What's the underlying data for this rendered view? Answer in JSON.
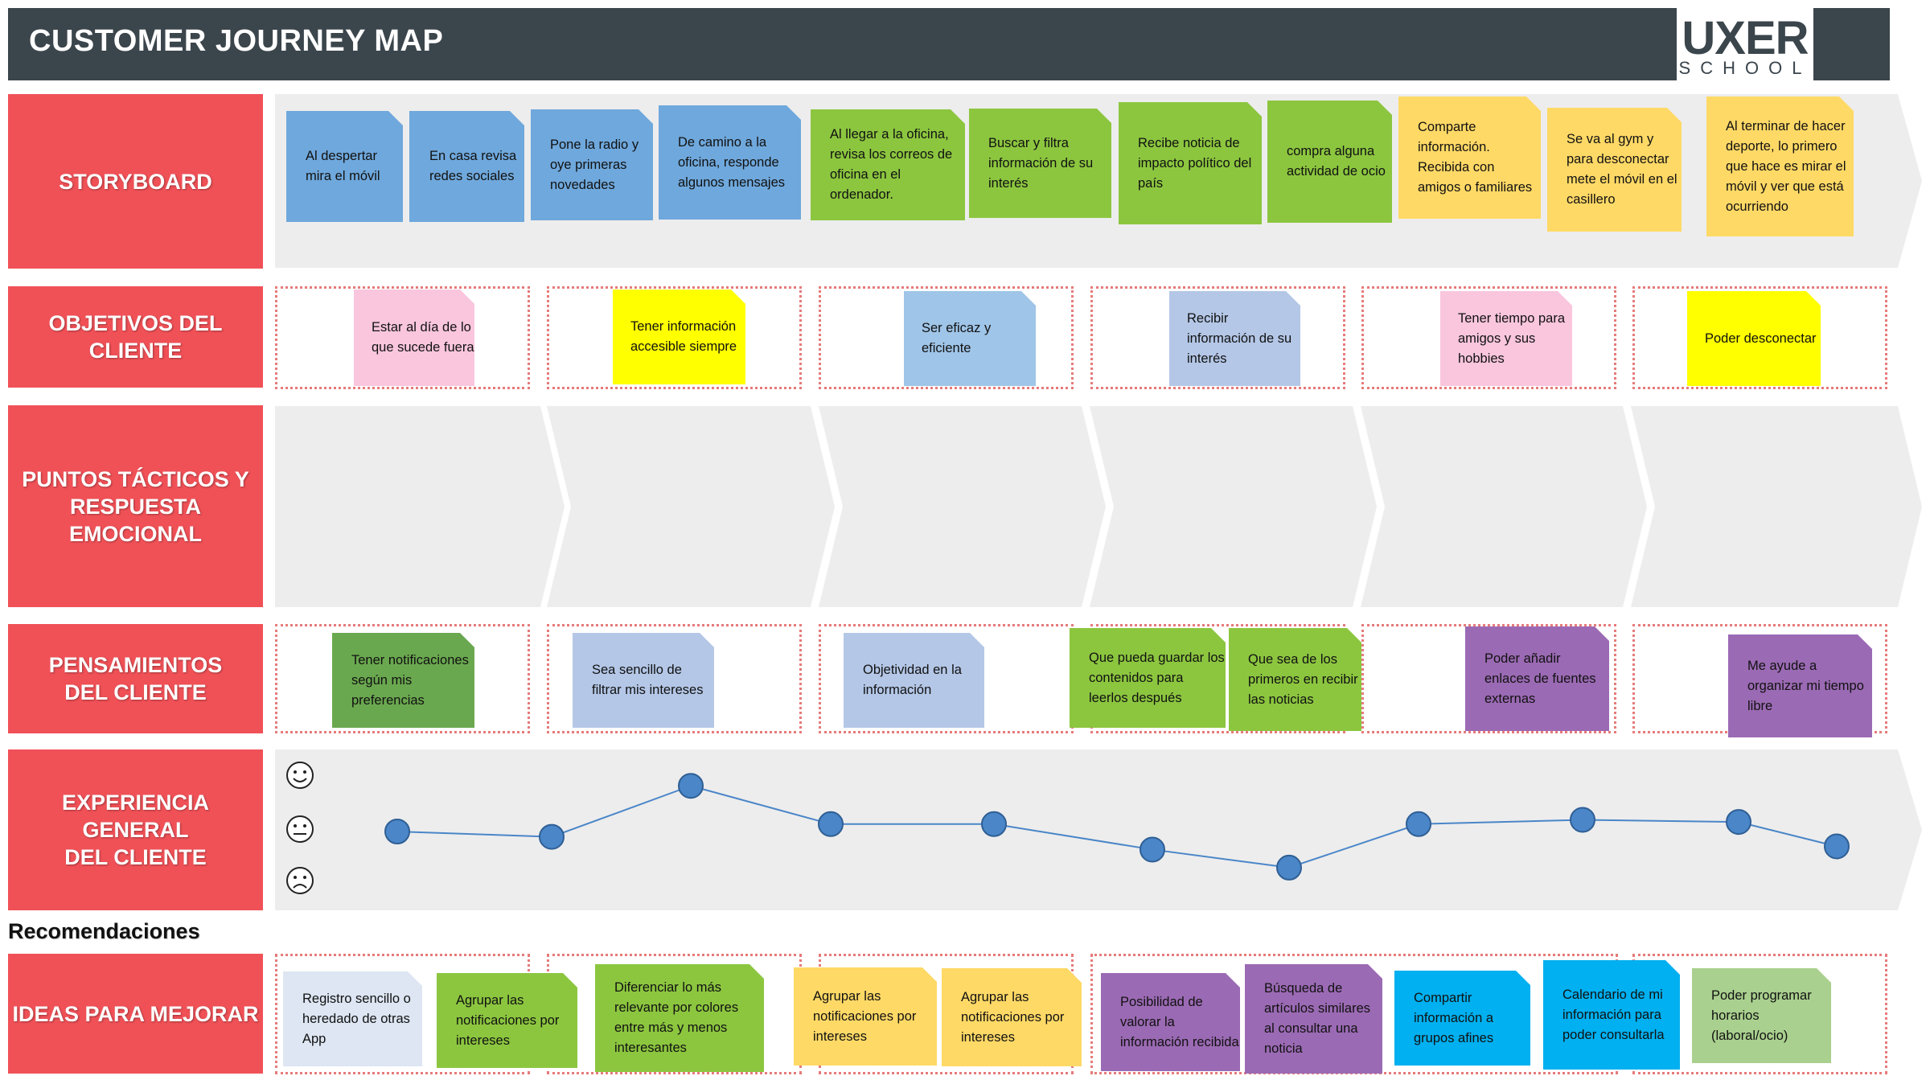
{
  "header": {
    "title": "CUSTOMER JOURNEY MAP",
    "logo_main": "UXER",
    "logo_sub": "SCHOOL"
  },
  "colors": {
    "header_bg": "#3b454c",
    "label_bg": "#f05157",
    "band": "#ededed",
    "dash": "#e77a7a",
    "blue": "#6fa8dc",
    "green": "#8cc63f",
    "yellow": "#ffd966",
    "pink": "#f9c6dd",
    "bright_yellow": "#ffff00",
    "lightblue": "#9fc5e8",
    "lavender": "#b4c7e7",
    "darkgreen": "#6aa84f",
    "purple": "#9b6ab4",
    "cyan": "#00b0f0",
    "sage": "#a9d08e",
    "gray": "#dde6f2",
    "marker": "#4a86c8"
  },
  "rows": {
    "storyboard": "STORYBOARD",
    "objetivos": "OBJETIVOS DEL CLIENTE",
    "puntos": "PUNTOS TÁCTICOS Y\nRESPUESTA EMOCIONAL",
    "pensamientos": "PENSAMIENTOS\nDEL CLIENTE",
    "experiencia": "EXPERIENCIA GENERAL\nDEL CLIENTE",
    "ideas": "IDEAS PARA MEJORAR"
  },
  "recomendaciones": "Recomendaciones",
  "storyboard": [
    "Al despertar mira el móvil",
    "En casa revisa redes sociales",
    "Pone la radio y oye primeras novedades",
    "De camino a la oficina, responde algunos mensajes",
    "Al llegar a la oficina, revisa los correos de oficina en el ordenador.",
    "Buscar y filtra información de su interés",
    "Recibe noticia de impacto político del país",
    "compra alguna actividad de ocio",
    "Comparte información. Recibida con amigos o familiares",
    "Se va al gym y para desconectar mete el móvil en el casillero",
    "Al terminar de hacer deporte, lo primero que hace es mirar el móvil y ver que está ocurriendo"
  ],
  "objetivos": [
    "Estar al día de lo que sucede fuera",
    "Tener información accesible siempre",
    "Ser eficaz y eficiente",
    "Recibir información de su interés",
    "Tener tiempo para amigos y sus hobbies",
    "Poder desconectar"
  ],
  "pensamientos": [
    "Tener notificaciones según mis preferencias",
    "Sea sencillo de filtrar mis intereses",
    "Objetividad en la información",
    "Que pueda guardar los contenidos para leerlos después",
    "Que sea de los primeros en recibir las noticias",
    "Poder añadir enlaces de fuentes externas",
    "Me ayude a organizar mi tiempo libre"
  ],
  "emotions": {
    "happy": "happy-face-icon",
    "neutral": "neutral-face-icon",
    "sad": "sad-face-icon"
  },
  "experience_levels": [
    0.5,
    0.45,
    0.93,
    0.57,
    0.57,
    0.33,
    0.16,
    0.57,
    0.61,
    0.59,
    0.36
  ],
  "ideas": [
    "Registro sencillo o heredado de otras App",
    "Agrupar las notificaciones por intereses",
    "Diferenciar lo más relevante por colores entre más y menos interesantes",
    "Agrupar las notificaciones por intereses",
    "Agrupar las notificaciones por intereses",
    "Posibilidad de valorar la información recibida",
    "Búsqueda de artículos similares al consultar una noticia",
    "Compartir información a grupos afines",
    "Calendario de mi información para poder consultarla",
    "Poder programar horarios (laboral/ocio)"
  ]
}
